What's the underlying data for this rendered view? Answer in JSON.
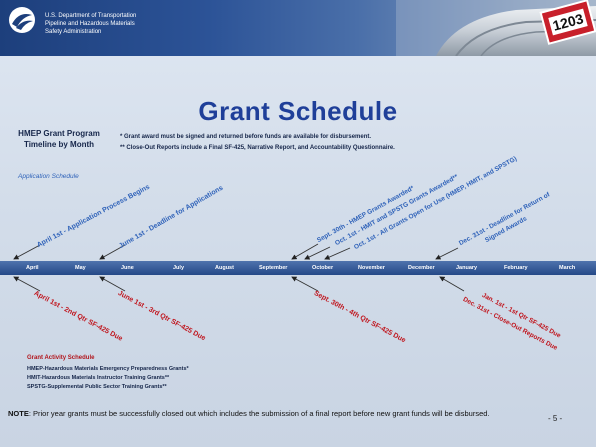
{
  "header": {
    "agency_line1": "U.S. Department of Transportation",
    "agency_line2": "Pipeline and Hazardous Materials",
    "agency_line3": "Safety Administration"
  },
  "title": "Grant Schedule",
  "subtitle_line1": "HMEP Grant Program",
  "subtitle_line2": "Timeline by Month",
  "notes": [
    "* Grant award must be signed and returned before funds are available for disbursement.",
    "** Close-Out Reports include a Final SF-425, Narrative Report, and Accountability Questionnaire."
  ],
  "application_schedule_label": "Application Schedule",
  "months": [
    "April",
    "May",
    "June",
    "July",
    "August",
    "September",
    "October",
    "November",
    "December",
    "January",
    "February",
    "March"
  ],
  "application_events": [
    "April 1st - Application Process Begins",
    "June 1st - Deadline for Applications",
    "Sept. 30th - HMEP Grants Awarded*",
    "Oct. 1st - HMIT and SPSTG Grants Awarded**",
    "Oct. 1st - All Grants Open for Use (HMEP, HMIT, and SPSTG)",
    "Dec. 31st - Deadline for Return of",
    "Signed Awards"
  ],
  "activity_events": [
    "April 1st - 2nd Qtr SF-425 Due",
    "June 1st - 3rd Qtr SF-425 Due",
    "Sept. 30th - 4th Qtr SF-425 Due",
    "Jan. 1st - 1st Qtr SF-425 Due",
    "Dec. 31st - Close-Out Reports Due"
  ],
  "grant_activity_title": "Grant Activity Schedule",
  "grants": [
    "HMEP-Hazardous Materials Emergency Preparedness Grants*",
    "HMIT-Hazardous Materials Instructor Training Grants**",
    "SPSTG-Supplemental Public Sector Training Grants**"
  ],
  "bottom_note_label": "NOTE",
  "bottom_note_text": ": Prior year grants must be successfully closed out which includes the submission of a final report before new grant funds will be disbursed.",
  "page_number": "- 5 -",
  "colors": {
    "title": "#1f3f99",
    "application_text": "#2f62b9",
    "activity_text": "#c0141c",
    "timeline": "#244887"
  }
}
